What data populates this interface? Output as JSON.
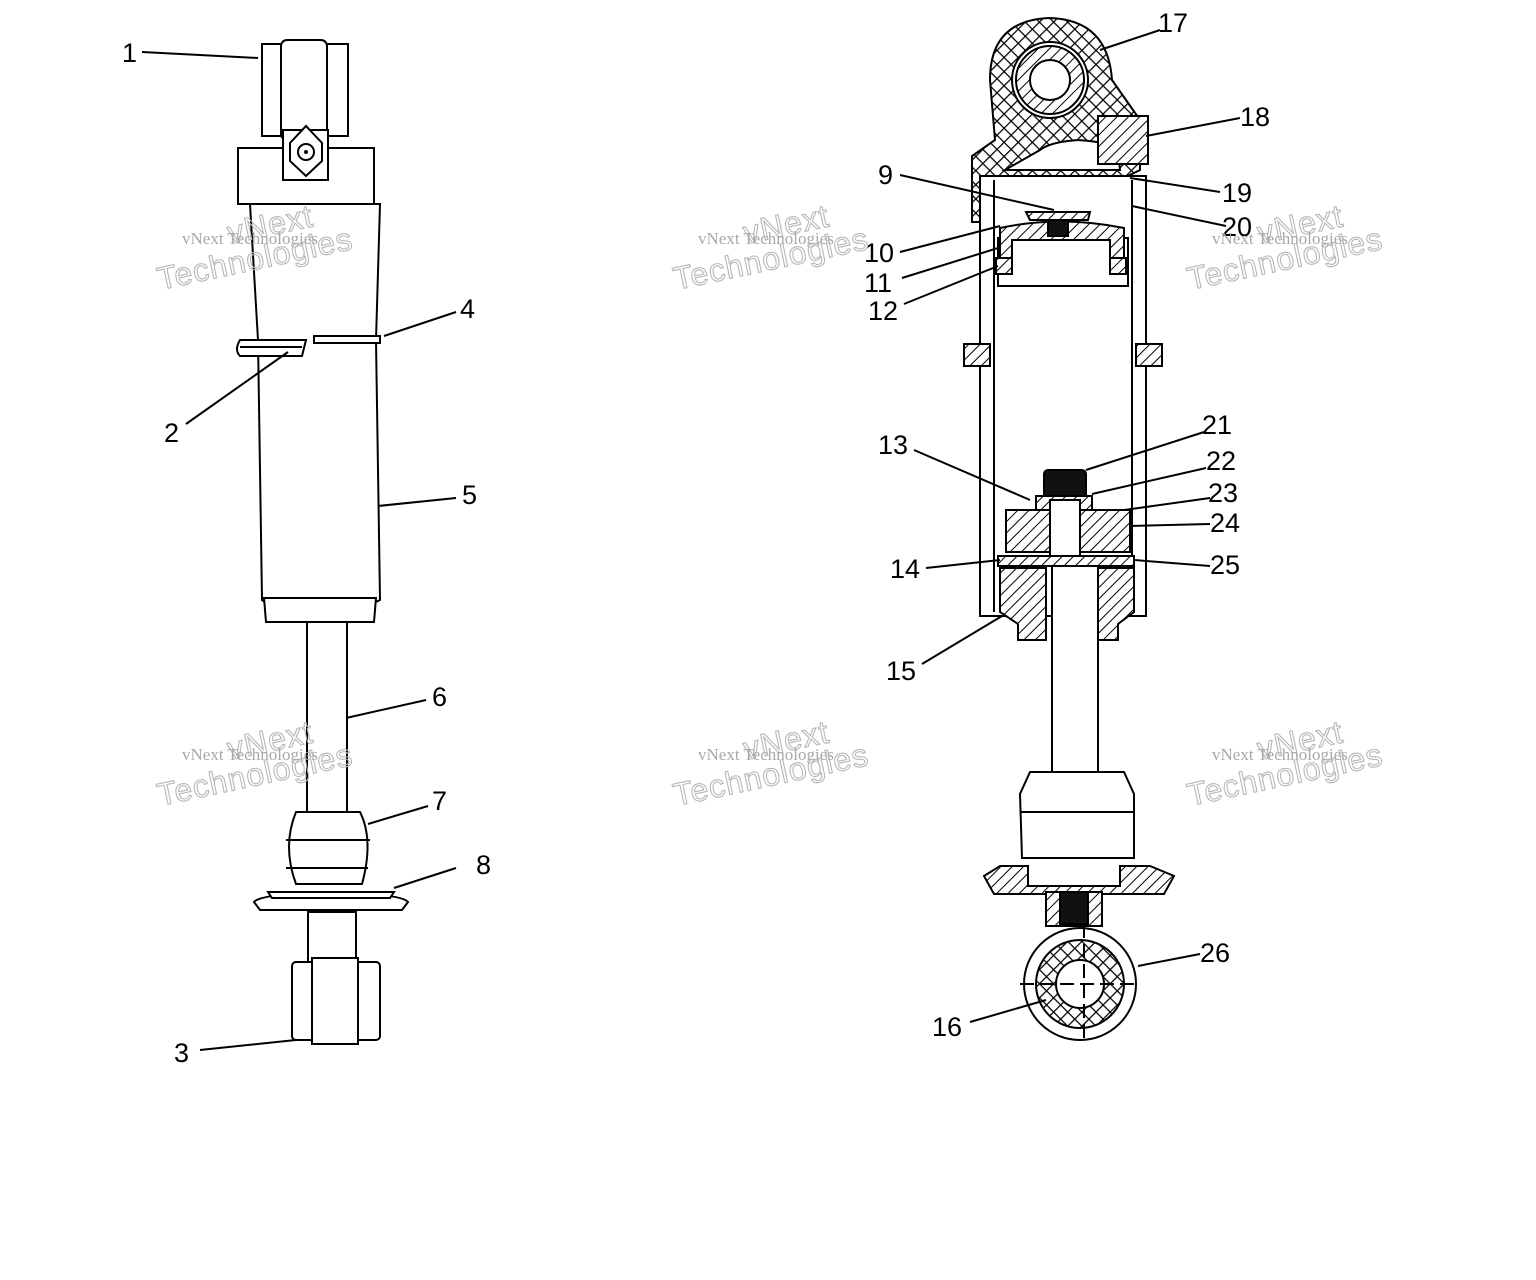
{
  "watermark": {
    "line1": "vNext",
    "line2": "vNext Technologies",
    "line3": "Technologies"
  },
  "callouts": [
    "1",
    "2",
    "3",
    "4",
    "5",
    "6",
    "7",
    "8",
    "9",
    "10",
    "11",
    "12",
    "13",
    "14",
    "15",
    "16",
    "17",
    "18",
    "19",
    "20",
    "21",
    "22",
    "23",
    "24",
    "25",
    "26"
  ]
}
